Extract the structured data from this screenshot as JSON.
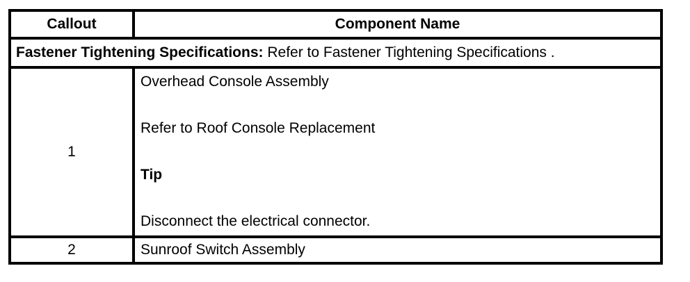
{
  "table": {
    "headers": [
      {
        "label": "Callout"
      },
      {
        "label": "Component Name"
      }
    ],
    "spec_row": {
      "label": "Fastener Tightening Specifications:",
      "text": " Refer to Fastener Tightening Specifications ."
    },
    "rows": [
      {
        "callout": "1",
        "lines": [
          {
            "text": "Overhead Console Assembly",
            "bold": false
          },
          {
            "text": "Refer to Roof Console Replacement",
            "bold": false
          },
          {
            "text": "Tip",
            "bold": true
          },
          {
            "text": "Disconnect the electrical connector.",
            "bold": false
          }
        ]
      },
      {
        "callout": "2",
        "lines": [
          {
            "text": "Sunroof Switch Assembly",
            "bold": false
          }
        ]
      }
    ],
    "colors": {
      "border": "#000000",
      "background": "#ffffff",
      "text": "#000000"
    }
  }
}
